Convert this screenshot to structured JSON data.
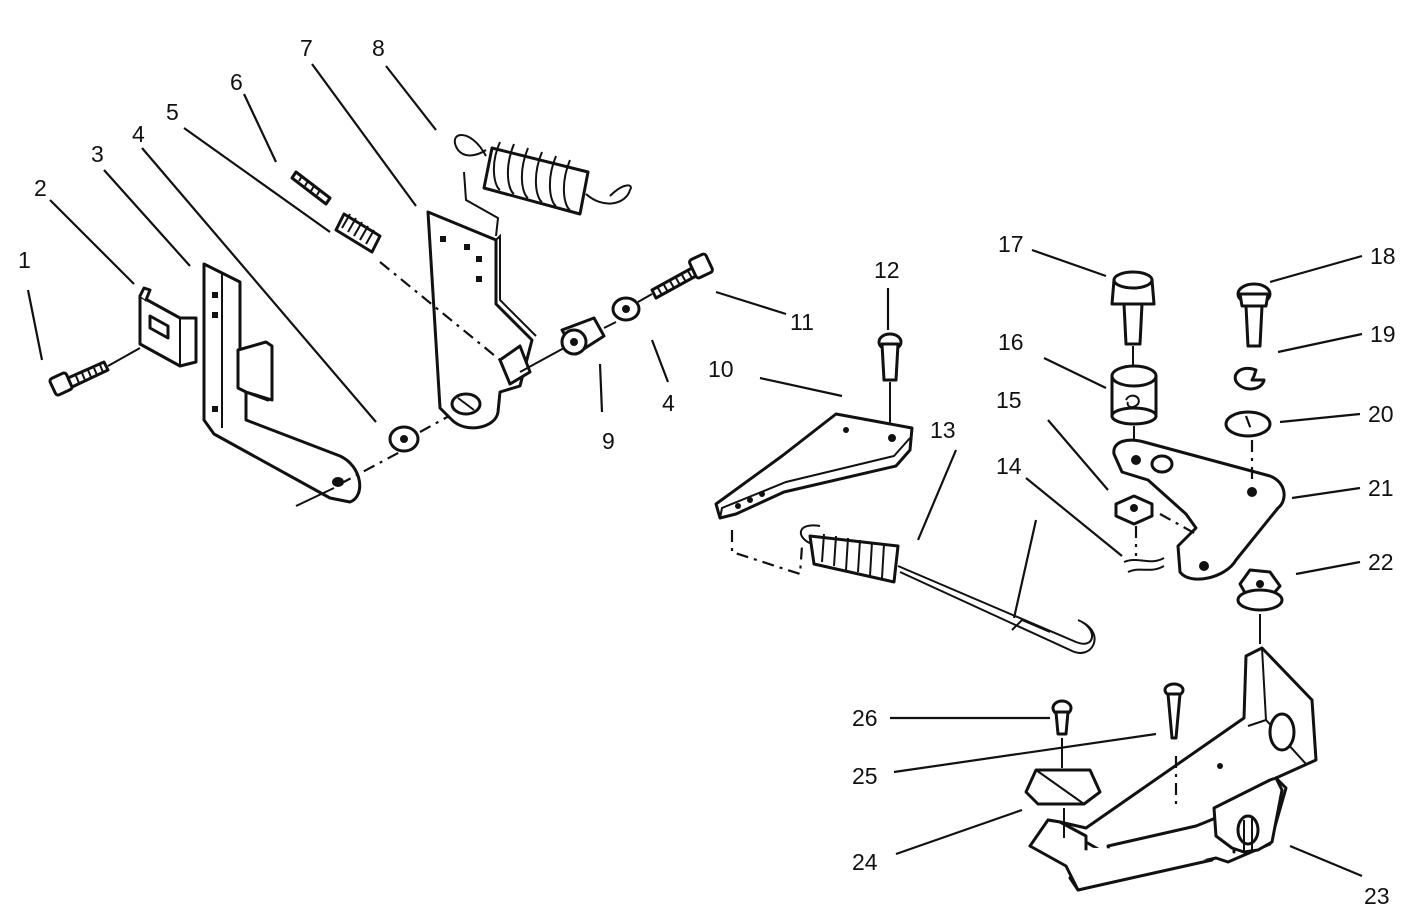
{
  "callouts": [
    {
      "id": "c1",
      "text": "1"
    },
    {
      "id": "c2",
      "text": "2"
    },
    {
      "id": "c3",
      "text": "3"
    },
    {
      "id": "c4a",
      "text": "4"
    },
    {
      "id": "c5",
      "text": "5"
    },
    {
      "id": "c6",
      "text": "6"
    },
    {
      "id": "c7",
      "text": "7"
    },
    {
      "id": "c8",
      "text": "8"
    },
    {
      "id": "c9",
      "text": "9"
    },
    {
      "id": "c4b",
      "text": "4"
    },
    {
      "id": "c11",
      "text": "11"
    },
    {
      "id": "c10",
      "text": "10"
    },
    {
      "id": "c12",
      "text": "12"
    },
    {
      "id": "c13",
      "text": "13"
    },
    {
      "id": "c14",
      "text": "14"
    },
    {
      "id": "c15",
      "text": "15"
    },
    {
      "id": "c16",
      "text": "16"
    },
    {
      "id": "c17",
      "text": "17"
    },
    {
      "id": "c18",
      "text": "18"
    },
    {
      "id": "c19",
      "text": "19"
    },
    {
      "id": "c20",
      "text": "20"
    },
    {
      "id": "c21",
      "text": "21"
    },
    {
      "id": "c22",
      "text": "22"
    },
    {
      "id": "c23",
      "text": "23"
    },
    {
      "id": "c24",
      "text": "24"
    },
    {
      "id": "c25",
      "text": "25"
    },
    {
      "id": "c26",
      "text": "26"
    }
  ],
  "colors": {
    "ink": "#111111",
    "paper": "#ffffff"
  }
}
